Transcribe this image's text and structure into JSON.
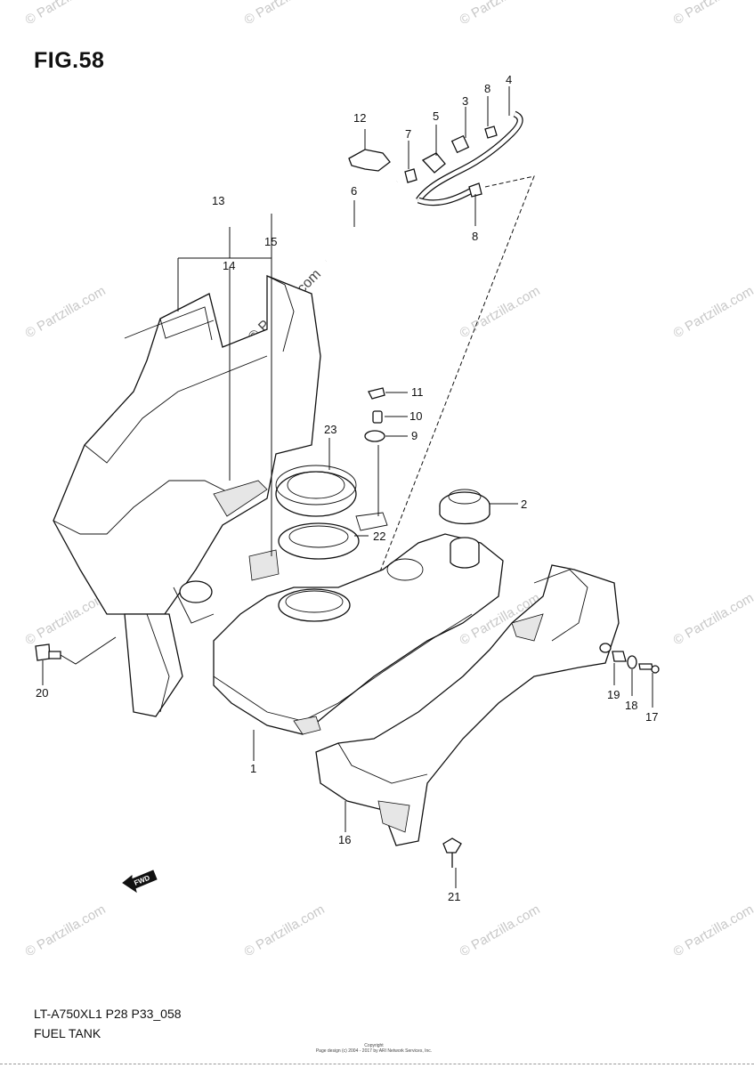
{
  "figure": {
    "title": "FIG.58",
    "model_code": "LT-A750XL1  P28  P33_058",
    "name": "FUEL TANK",
    "copyright_line1": "Copyright",
    "copyright_line2": "Page design (c) 2004 - 2017 by ARI Network Services, Inc."
  },
  "watermark": {
    "text": "© Partzilla.com"
  },
  "fwd_label": "FWD",
  "callouts": [
    "1",
    "2",
    "3",
    "4",
    "5",
    "6",
    "7",
    "8",
    "8",
    "9",
    "10",
    "11",
    "12",
    "13",
    "14",
    "15",
    "16",
    "17",
    "18",
    "19",
    "20",
    "21",
    "22",
    "23"
  ]
}
